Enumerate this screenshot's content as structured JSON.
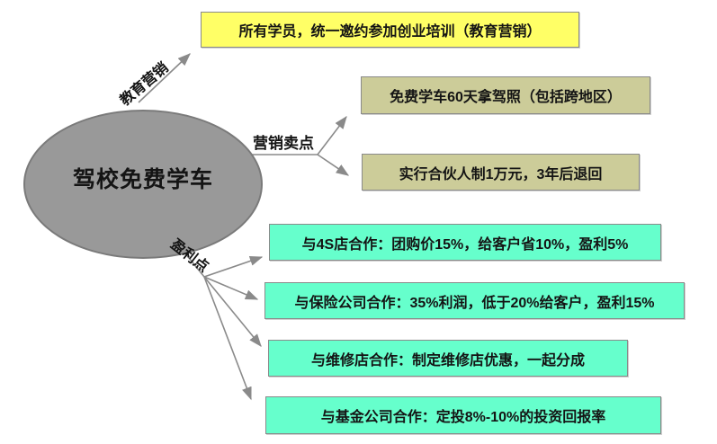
{
  "root": {
    "label": "驾校免费学车"
  },
  "branches": [
    {
      "label": "教育营销",
      "nodes": [
        {
          "text": "所有学员，统一邀约参加创业培训（教育营销）",
          "color": "#ffff66"
        }
      ]
    },
    {
      "label": "营销卖点",
      "nodes": [
        {
          "text": "免费学车60天拿驾照（包括跨地区）",
          "color": "#cccc99"
        },
        {
          "text": "实行合伙人制1万元，3年后退回",
          "color": "#cccc99"
        }
      ]
    },
    {
      "label": "盈利点",
      "nodes": [
        {
          "text": "与4S店合作：团购价15%，给客户省10%，盈利5%",
          "color": "#66ffcc"
        },
        {
          "text": "与保险公司合作：35%利润，低于20%给客户，盈利15%",
          "color": "#66ffcc"
        },
        {
          "text": "与维修店合作：制定维修店优惠，一起分成",
          "color": "#66ffcc"
        },
        {
          "text": "与基金公司合作：定投8%-10%的投资回报率",
          "color": "#66ffcc"
        }
      ]
    }
  ],
  "colors": {
    "root_fill": "#999999",
    "root_border": "#7a7a7a",
    "education_node": "#ffff66",
    "selling_node": "#cccc99",
    "profit_node": "#66ffcc",
    "node_border": "#8a8a8a",
    "connector": "#8a8a8a"
  }
}
